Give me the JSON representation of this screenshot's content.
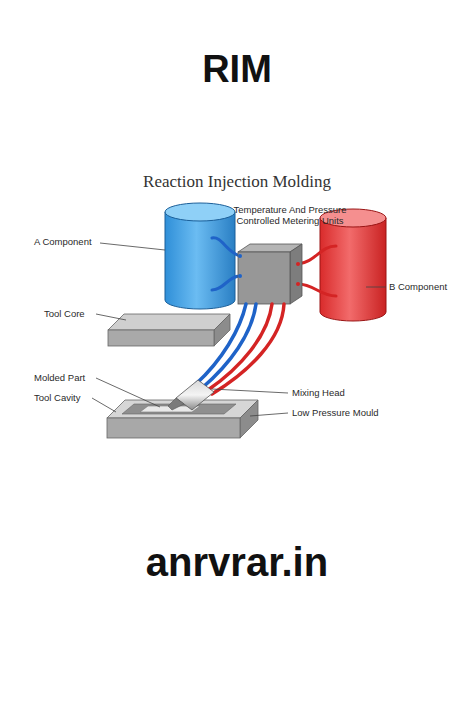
{
  "diagram": {
    "title": "RIM",
    "caption": "anrvrar.in",
    "labels": [
      "Reaction Injection Molding",
      "A Component",
      "Temperature And Pressure Controlled Metering Units",
      "B Component",
      "Tool Core",
      "Molded Part",
      "Mixing Head",
      "Tool Cavity",
      "Low Pressure Mould"
    ]
  }
}
